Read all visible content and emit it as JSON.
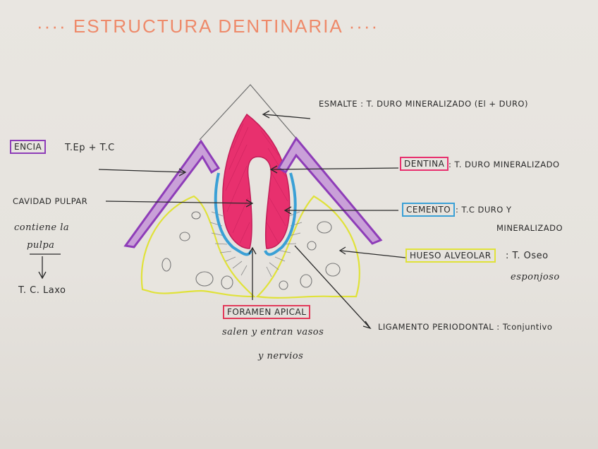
{
  "title": "···· ESTRUCTURA DENTINARIA ····",
  "labels": {
    "esmalte": "ESMALTE : T. DURO MINERALIZADO (El + DURO)",
    "encia_box": "ENCIA",
    "encia_desc": "T.Ep + T.C",
    "cavidad": "CAVIDAD PULPAR",
    "contiene": "contiene la",
    "pulpa": "pulpa",
    "tc_laxo": "T. C. Laxo",
    "dentina_box": "DENTINA",
    "dentina_desc": ": T. DURO MINERALIZADO",
    "cemento_box": "CEMENTO",
    "cemento_desc_1": ": T.C DURO Y",
    "cemento_desc_2": "MINERALIZADO",
    "hueso_box": "HUESO ALVEOLAR",
    "hueso_desc_1": ": T. Oseo",
    "hueso_desc_2": "esponjoso",
    "foramen_box": "FORAMEN APICAL",
    "foramen_desc_1": "salen y entran vasos",
    "foramen_desc_2": "y nervios",
    "ligamento": "LIGAMENTO PERIODONTAL : Tconjuntivo"
  },
  "colors": {
    "title": "#ee8a6a",
    "encia": "#8e3db8",
    "dentina": "#e8306e",
    "cemento": "#3aa0d6",
    "hueso": "#e0e23a",
    "foramen": "#e23a5a",
    "ink": "#2a2a2a"
  }
}
